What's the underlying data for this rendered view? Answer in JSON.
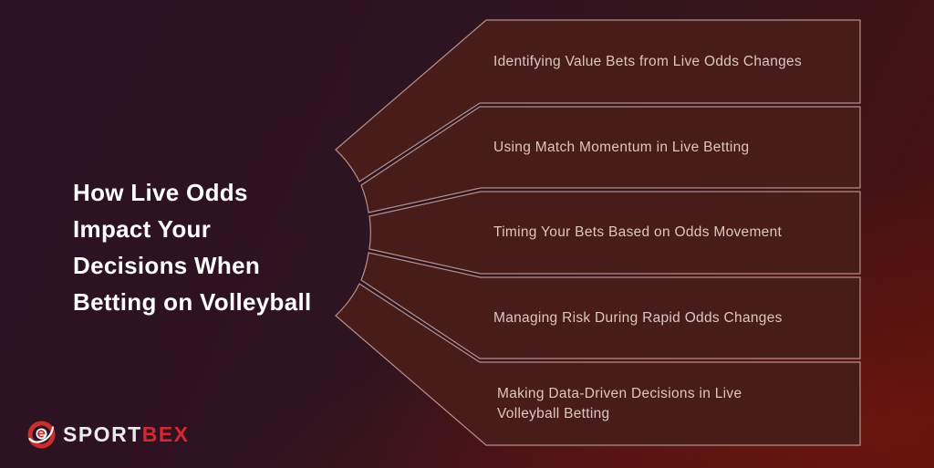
{
  "title": {
    "text": "How Live Odds\nImpact Your\nDecisions When\nBetting on Volleyball"
  },
  "panels": [
    {
      "label": "Identifying Value Bets from Live Odds Changes"
    },
    {
      "label": "Using Match Momentum in Live Betting"
    },
    {
      "label": "Timing Your Bets Based on Odds Movement"
    },
    {
      "label": "Managing Risk During Rapid Odds Changes"
    },
    {
      "label": "Making Data-Driven Decisions in Live\nVolleyball Betting"
    }
  ],
  "logo": {
    "brand_primary": "SPORT",
    "brand_accent": "BEX",
    "icon": "sportbex-swoosh-globe-icon"
  },
  "colors": {
    "bg-top-left": "#2c1124",
    "bg-mid": "#2e1320",
    "bg-bottom-right": "#4c110d",
    "panel-fill": "#481c18",
    "panel-border": "#c9a6a2",
    "panel-text": "#ddc6c4",
    "title-text": "#ffffff",
    "brand-white": "#eceaec",
    "brand-red": "#d02a2e"
  }
}
